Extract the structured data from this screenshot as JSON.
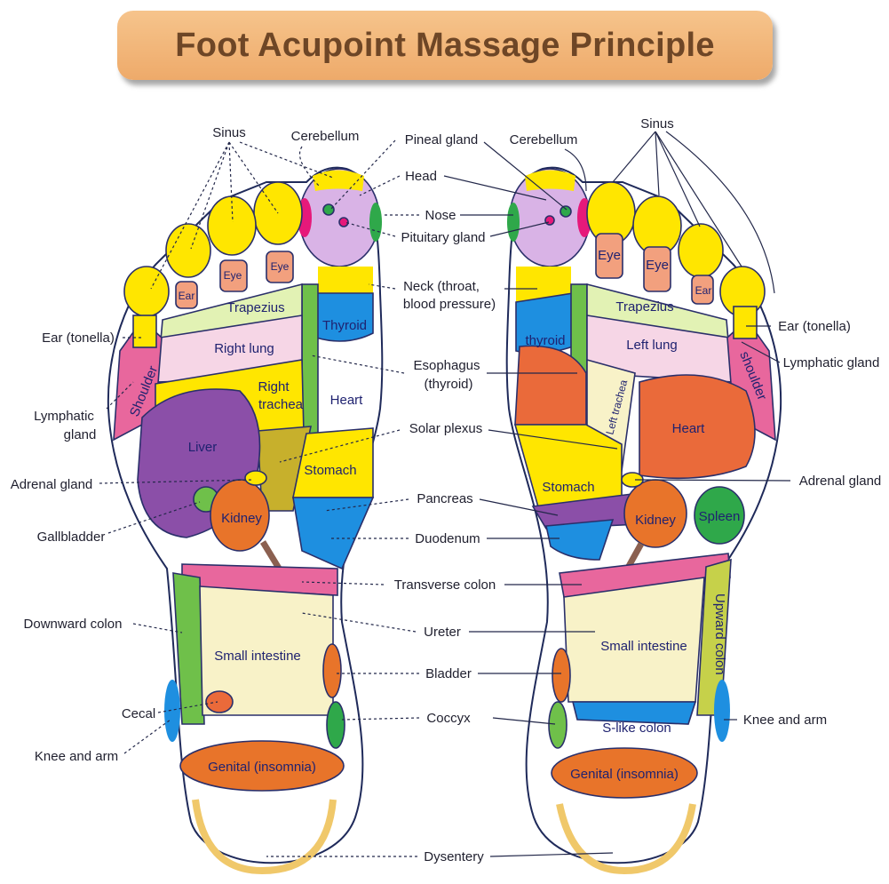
{
  "title": "Foot Acupoint Massage Principle",
  "center_labels": {
    "pineal_gland": "Pineal gland",
    "head": "Head",
    "nose": "Nose",
    "pituitary_gland": "Pituitary gland",
    "neck_line1": "Neck (throat,",
    "neck_line2": "blood pressure)",
    "esophagus_line1": "Esophagus",
    "esophagus_line2": "(thyroid)",
    "solar_plexus": "Solar plexus",
    "pancreas": "Pancreas",
    "duodenum": "Duodenum",
    "transverse_colon": "Transverse colon",
    "ureter": "Ureter",
    "bladder": "Bladder",
    "coccyx": "Coccyx",
    "dysentery": "Dysentery"
  },
  "left_foot": {
    "outer_labels": {
      "sinus": "Sinus",
      "cerebellum": "Cerebellum",
      "ear_tonella": "Ear (tonella)",
      "lymphatic_line1": "Lymphatic",
      "lymphatic_line2": "gland",
      "adrenal_gland": "Adrenal gland",
      "gallbladder": "Gallbladder",
      "downward_colon": "Downward colon",
      "cecal": "Cecal",
      "knee_and_arm": "Knee and arm"
    },
    "zone_labels": {
      "eye_1": "Eye",
      "eye_2": "Eye",
      "ear": "Ear",
      "trapezius": "Trapezius",
      "right_lung": "Right lung",
      "right_trachea_line1": "Right",
      "right_trachea_line2": "trachea",
      "heart": "Heart",
      "thyroid": "Thyroid",
      "shoulder": "Shoulder",
      "liver": "Liver",
      "stomach": "Stomach",
      "kidney": "Kidney",
      "small_intestine": "Small intestine",
      "genital": "Genital (insomnia)"
    }
  },
  "right_foot": {
    "outer_labels": {
      "sinus": "Sinus",
      "cerebellum": "Cerebellum",
      "ear_tonella": "Ear (tonella)",
      "lymphatic_gland": "Lymphatic gland",
      "adrenal_gland": "Adrenal gland",
      "knee_and_arm": "Knee and arm"
    },
    "zone_labels": {
      "eye_1": "Eye",
      "eye_2": "Eye",
      "ear": "Ear",
      "trapezius": "Trapezius",
      "left_lung": "Left lung",
      "left_trachea": "Left trachea",
      "thyroid": "thyroid",
      "shoulder": "shoulder",
      "heart": "Heart",
      "stomach": "Stomach",
      "kidney": "Kidney",
      "spleen": "Spleen",
      "small_intestine": "Small intestine",
      "upward_colon": "Upward colon",
      "s_like_colon": "S-like colon",
      "genital": "Genital (insomnia)"
    }
  },
  "colors": {
    "title_banner": "#f0b67c",
    "title_text": "#6e4626",
    "yellow": "#ffe600",
    "lilac": "#d9b3e6",
    "purple": "#8b4fa8",
    "pink": "#e8679d",
    "light_pink": "#f6d6e6",
    "orange": "#e8742a",
    "red_orange": "#ea6a3a",
    "blue": "#1e8fe0",
    "green": "#6fc04a",
    "olive": "#c7b02c",
    "light_yellow": "#f8f2c8",
    "light_green": "#e2f2b4",
    "peach": "#f2a07e",
    "tan": "#b89a6a",
    "outline": "#1f2a5a"
  }
}
